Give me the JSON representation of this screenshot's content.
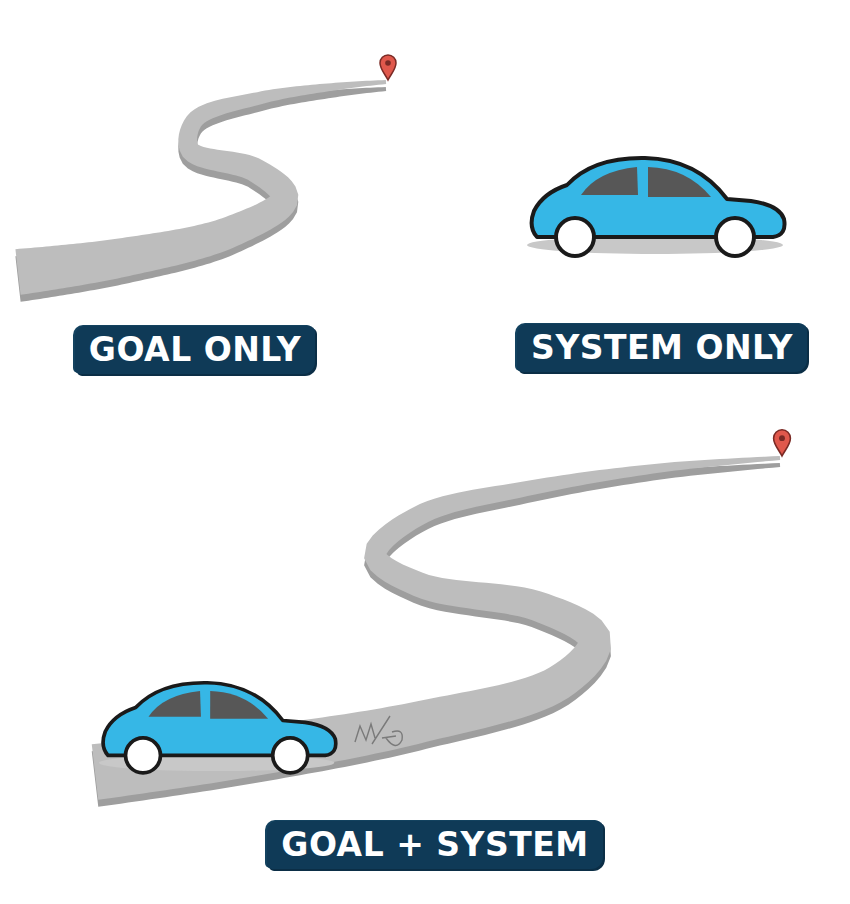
{
  "diagram": {
    "nodes": [
      {
        "text": [
          "GOAL ONLY"
        ]
      },
      {
        "text": [
          "SYSTEM ONLY"
        ]
      },
      {
        "text": [
          "GOAL + SYSTEM"
        ]
      }
    ]
  }
}
